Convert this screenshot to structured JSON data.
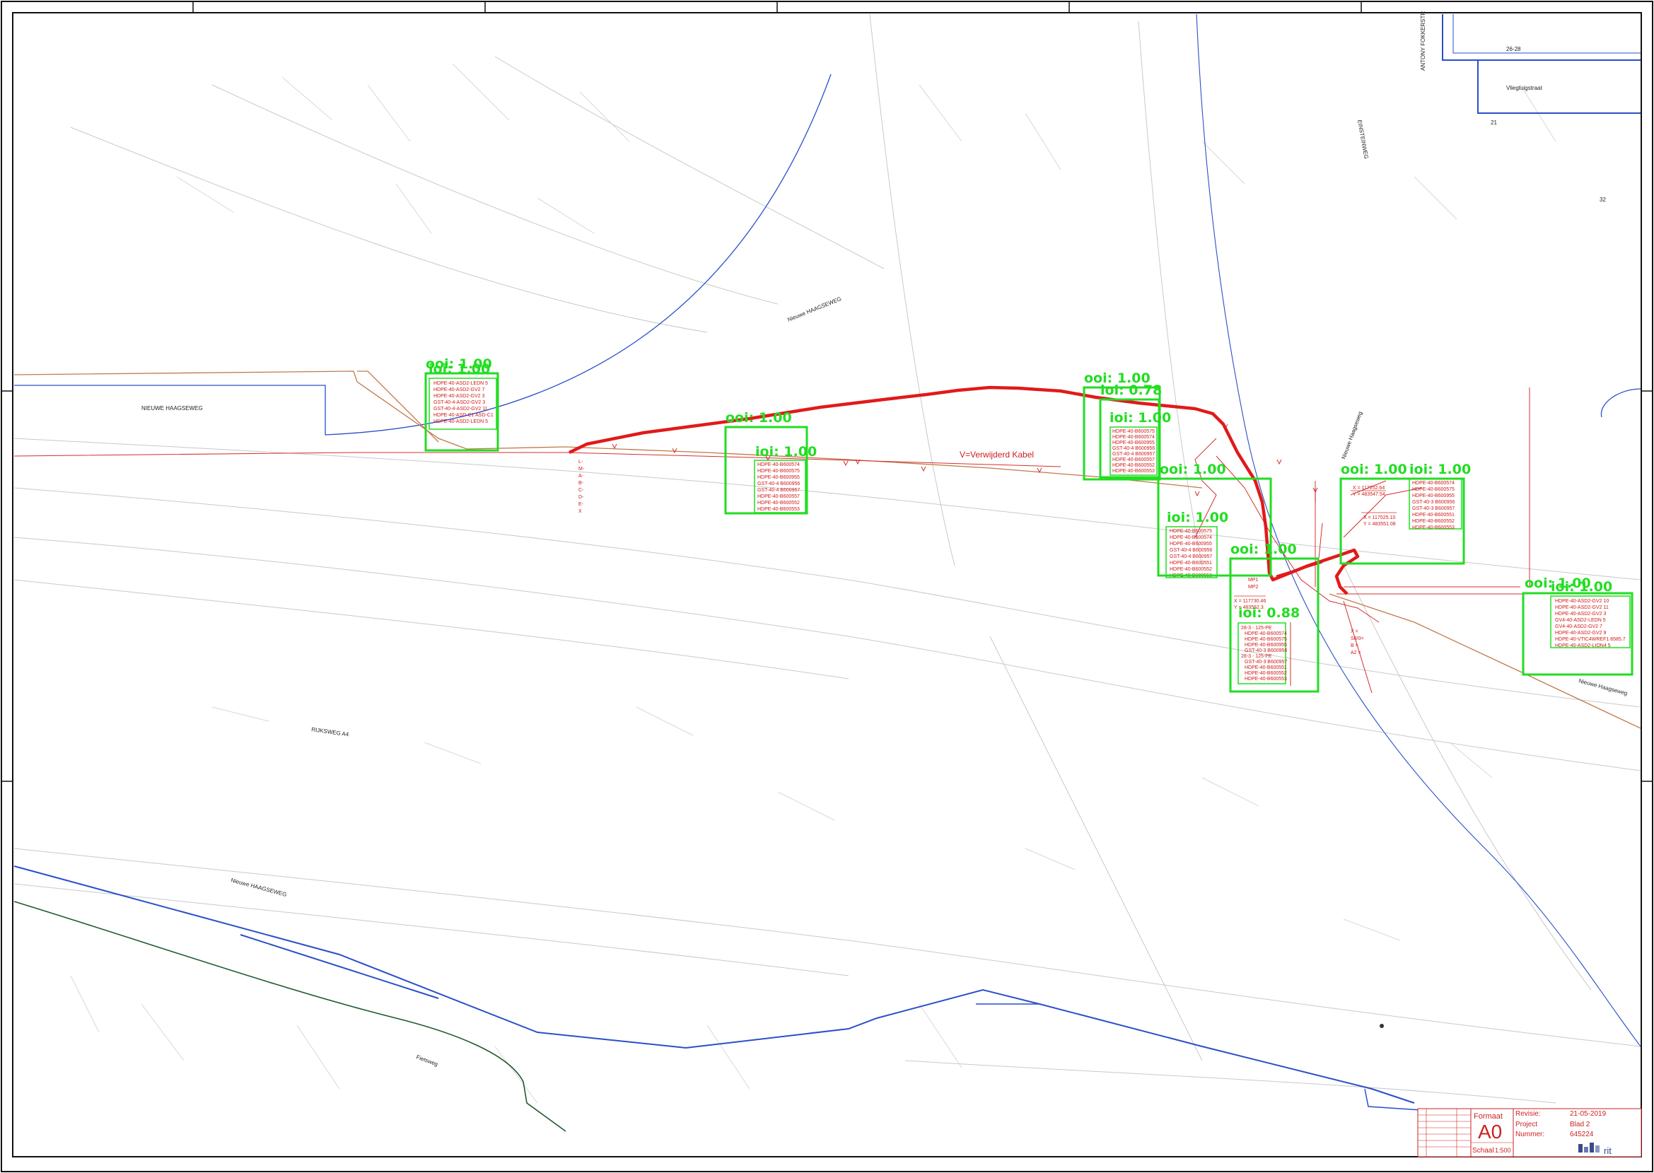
{
  "legend_text": "V=Verwijderd Kabel",
  "street_labels": {
    "nieuwe_haagseweg_left": "NIEUWE HAAGSEWEG",
    "nieuwe_haagseweg_diag": "Nieuwe HAAGSEWEG",
    "rijksweg": "RIJKSWEG A4",
    "nieuwe_haagseweg_low": "Nieuwe HAAGSEWEG",
    "fietspad": "Fietsweg",
    "vlieghaven": "Vliegtuigstraat",
    "anthony": "ANTONY FOKKERSTR",
    "einsteinweg": "EINSTEINWEG",
    "nieuwe_right": "Nieuwe Haagseweg",
    "nieuwe_right2": "Nieuwe Haagseweg",
    "house_2628": "26-28",
    "house_21": "21",
    "house_32": "32"
  },
  "detections": [
    {
      "label": "ooi: 1.00"
    },
    {
      "label": "ioi: 1.00"
    },
    {
      "label": "ooi: 1.00"
    },
    {
      "label": "ioi: 1.00"
    },
    {
      "label": "ooi: 1.00"
    },
    {
      "label": "ioi: 0.78"
    },
    {
      "label": "ioi: 1.00"
    },
    {
      "label": "ooi: 1.00"
    },
    {
      "label": "ioi: 1.00"
    },
    {
      "label": "ooi: 1.00"
    },
    {
      "label": "ioi: 0.88"
    },
    {
      "label": "ooi: 1.00"
    },
    {
      "label": "ioi: 1.00"
    },
    {
      "label": "ooi: 1.00"
    },
    {
      "label": "ioi: 1.00"
    }
  ],
  "cable_lists": {
    "list1": [
      "HDPE-40-ASD2-LEDN 5",
      "HDPE-40-ASD2-GV2 7",
      "HDPE-40-ASD2-GV2 3",
      "GST-40-4-ASD2-GV2 3",
      "GST-40-4-ASD2-GV2 11",
      "HDPE-40-ASD-C1 ASD-C1",
      "HDPE-40-ASD2-LEDN 5"
    ],
    "list2": [
      "HDPE-40-B600574",
      "HDPE-40-B600575",
      "HDPE-40-B600955",
      "GST-40-4 B600956",
      "GST-40-4 B600957",
      "HDPE-40-B600557",
      "HDPE-40-B600552",
      "HDPE-40-B600553"
    ],
    "list3": [
      "HDPE-40-B600575",
      "HDPE-40-B600574",
      "HDPE-40-B600955",
      "GST-40-4 B600956",
      "GST-40-4 B600957",
      "HDPE-40-B600557",
      "HDPE-40-B600552",
      "HDPE-40-B600553"
    ],
    "list4": [
      "HDPE-40-B600575",
      "HDPE-40-B600574",
      "HDPE-40-B600955",
      "GST-40-4 B600956",
      "GST-40-4 B600957",
      "HDPE-40-B600551",
      "HDPE-40-B600552",
      "HDPE-40-B600553"
    ],
    "list5": [
      "HDPE-40-B600574",
      "HDPE-40-B600575",
      "HDPE-40-B600955",
      "GST-40-3 B600956",
      "GST-40-3 B600957",
      "HDPE-40-B600551",
      "HDPE-40-B600552",
      "HDPE-40-B600553"
    ],
    "list6": [
      "28-3 - 125-PE",
      "HDPE-40-B600574",
      "HDPE-40-B600575",
      "HDPE-40-B600955",
      "GST-40-3 B600956",
      "28-3 - 125-PE",
      "GST-40-3 B600957",
      "HDPE-40-B600551",
      "HDPE-40-B600552",
      "HDPE-40-B600553"
    ],
    "list7": [
      "HDPE-40-ASD2-GV2 10",
      "HDPE-40-ASD2-GV2 11",
      "HDPE-40-ASD2-GV2 3",
      "GV4-40-ASD2-LEDN 5",
      "GV4-40-ASD2-GV2 7",
      "HDPE-40-ASD2-GV2 9",
      "HDPE-40-VTIC4WREF1 8585.7",
      "HDPE-40-ASD2-LION4 5"
    ]
  },
  "coord_labels": {
    "c1a": "X = 117252.64",
    "c1b": "Y = 483547.54",
    "c2a": "X = 117525.10",
    "c2b": "Y = 483551.08",
    "c3a": "X = 117730.46",
    "c3b": "Y = 483552.3",
    "mp1": "MP1",
    "mp2": "MP2"
  },
  "title_block": {
    "format_label": "Formaat",
    "format_value": "A0",
    "revisie_label": "Revisie:",
    "revisie_value": "21-05-2019",
    "project_label": "Project",
    "project_value": "Blad 2",
    "nummer_label": "Nummer:",
    "nummer_value": "645224",
    "schaal_label": "Schaal",
    "schaal_value": "1:500",
    "logo_text": "rit"
  }
}
